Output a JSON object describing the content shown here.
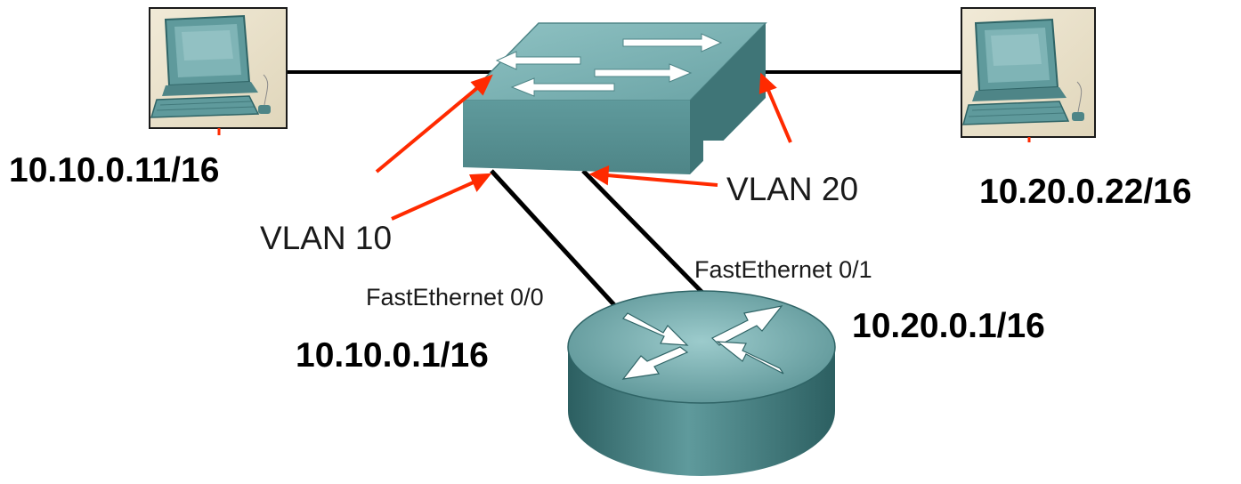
{
  "hosts": {
    "left": {
      "address": "10.10.0.11/16",
      "icon": "computer-icon"
    },
    "right": {
      "address": "10.20.0.22/16",
      "icon": "computer-icon"
    }
  },
  "switch": {
    "icon": "switch-icon",
    "vlan_left_label": "VLAN 10",
    "vlan_right_label": "VLAN 20"
  },
  "router": {
    "icon": "router-icon",
    "port_left_label": "FastEthernet 0/0",
    "port_right_label": "FastEthernet 0/1",
    "port_left_address": "10.10.0.1/16",
    "port_right_address": "10.20.0.1/16"
  },
  "colors": {
    "arrow": "#ff2a00",
    "link": "#000000",
    "device_teal": "#5f9a9c",
    "device_dark": "#2f6466"
  }
}
